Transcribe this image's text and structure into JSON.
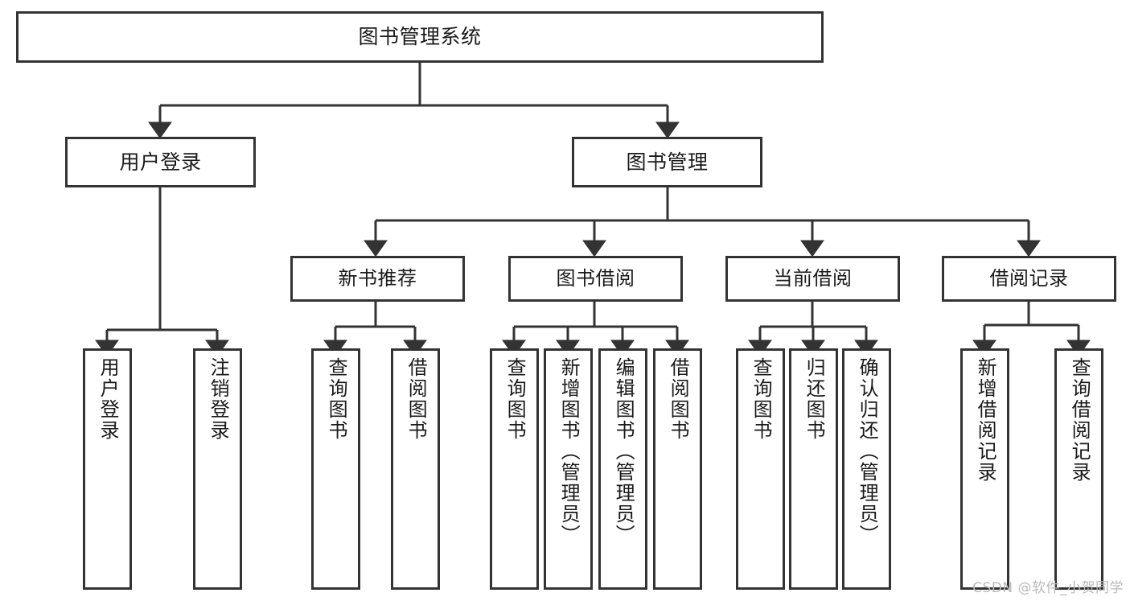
{
  "diagram": {
    "title": "图书管理系统",
    "watermark": "CSDN @软件_小贺同学",
    "line_color": "#333333",
    "box_fill": "#ffffff",
    "text_color": "#1a1a1a",
    "nodes": {
      "root": {
        "label": "图书管理系统"
      },
      "level2": [
        {
          "id": "user-login",
          "label": "用户登录"
        },
        {
          "id": "book-management",
          "label": "图书管理"
        }
      ],
      "level3": [
        {
          "id": "new-book-recommend",
          "label": "新书推荐",
          "parent": "book-management"
        },
        {
          "id": "book-borrow",
          "label": "图书借阅",
          "parent": "book-management"
        },
        {
          "id": "current-borrow",
          "label": "当前借阅",
          "parent": "book-management"
        },
        {
          "id": "borrow-record",
          "label": "借阅记录",
          "parent": "book-management"
        }
      ],
      "leaves": [
        {
          "id": "leaf-user-login",
          "label": "用户登录",
          "parent": "user-login"
        },
        {
          "id": "leaf-logout",
          "label": "注销登录",
          "parent": "user-login"
        },
        {
          "id": "leaf-query-book-1",
          "label": "查询图书",
          "parent": "new-book-recommend"
        },
        {
          "id": "leaf-borrow-book-1",
          "label": "借阅图书",
          "parent": "new-book-recommend"
        },
        {
          "id": "leaf-query-book-2",
          "label": "查询图书",
          "parent": "book-borrow"
        },
        {
          "id": "leaf-add-book",
          "label": "新增图书（管理员）",
          "parent": "book-borrow"
        },
        {
          "id": "leaf-edit-book",
          "label": "编辑图书（管理员）",
          "parent": "book-borrow"
        },
        {
          "id": "leaf-borrow-book-2",
          "label": "借阅图书",
          "parent": "book-borrow"
        },
        {
          "id": "leaf-query-book-3",
          "label": "查询图书",
          "parent": "current-borrow"
        },
        {
          "id": "leaf-return-book",
          "label": "归还图书",
          "parent": "current-borrow"
        },
        {
          "id": "leaf-confirm-return",
          "label": "确认归还（管理员）",
          "parent": "current-borrow"
        },
        {
          "id": "leaf-add-record",
          "label": "新增借阅记录",
          "parent": "borrow-record"
        },
        {
          "id": "leaf-query-record",
          "label": "查询借阅记录",
          "parent": "borrow-record"
        }
      ]
    }
  }
}
